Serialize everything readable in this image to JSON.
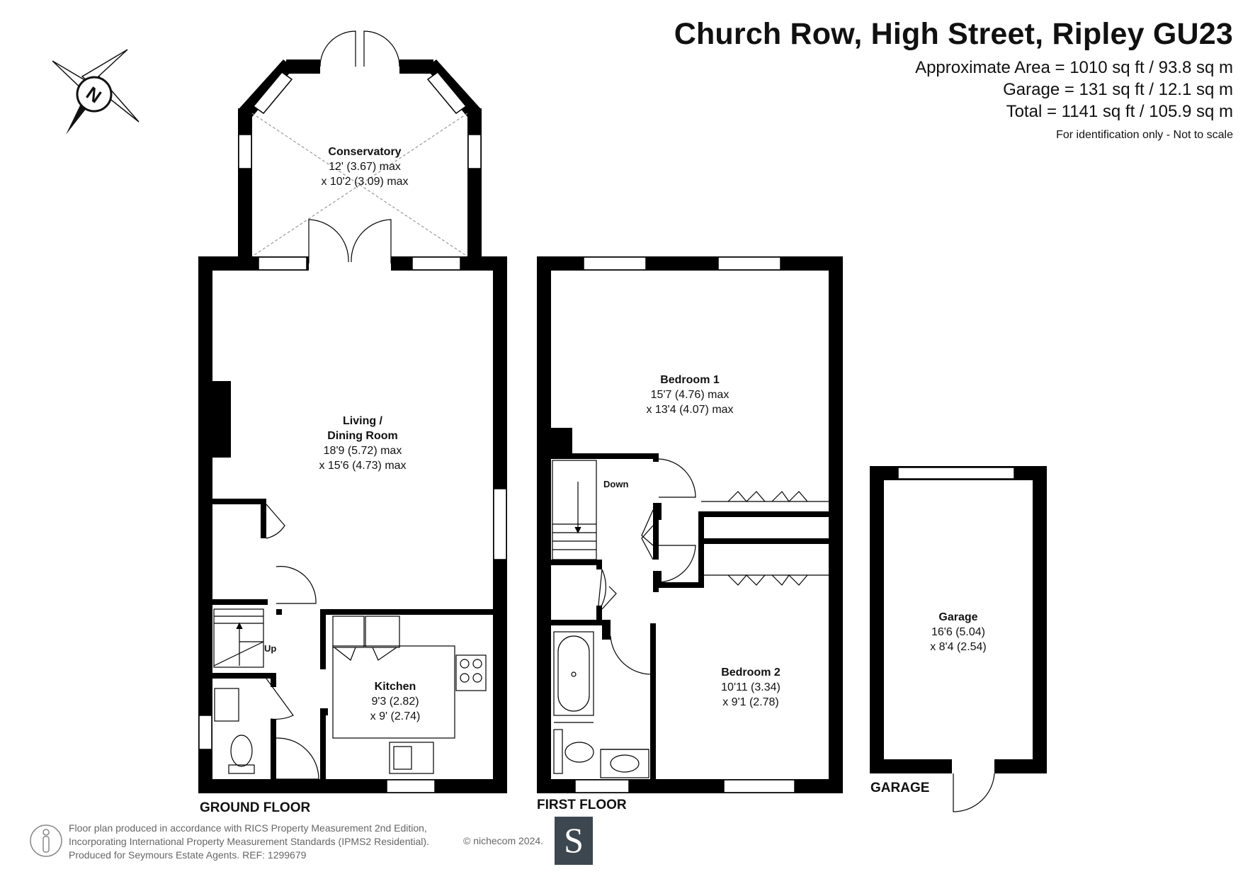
{
  "header": {
    "title": "Church Row, High Street, Ripley GU23",
    "area_main": "Approximate Area = 1010 sq ft / 93.8 sq m",
    "area_garage": "Garage = 131 sq ft / 12.1 sq m",
    "area_total": "Total = 1141 sq ft / 105.9 sq m",
    "disclaimer": "For identification only - Not to scale"
  },
  "compass": {
    "icon": "compass-north-icon",
    "letter": "N"
  },
  "floors": {
    "ground": {
      "label": "GROUND FLOOR",
      "rooms": {
        "conservatory": {
          "name": "Conservatory",
          "dim1": "12' (3.67) max",
          "dim2": "x 10'2 (3.09) max"
        },
        "living": {
          "name1": "Living /",
          "name2": "Dining Room",
          "dim1": "18'9 (5.72) max",
          "dim2": "x 15'6 (4.73) max"
        },
        "kitchen": {
          "name": "Kitchen",
          "dim1": "9'3 (2.82)",
          "dim2": "x 9' (2.74)"
        }
      },
      "stairs_label": "Up"
    },
    "first": {
      "label": "FIRST FLOOR",
      "rooms": {
        "bedroom1": {
          "name": "Bedroom 1",
          "dim1": "15'7 (4.76) max",
          "dim2": "x 13'4 (4.07) max"
        },
        "bedroom2": {
          "name": "Bedroom 2",
          "dim1": "10'11 (3.34)",
          "dim2": "x 9'1 (2.78)"
        }
      },
      "stairs_label": "Down"
    },
    "garage": {
      "label": "GARAGE",
      "rooms": {
        "garage": {
          "name": "Garage",
          "dim1": "16'6 (5.04)",
          "dim2": "x 8'4 (2.54)"
        }
      }
    }
  },
  "footer": {
    "line1": "Floor plan produced in accordance with RICS Property Measurement 2nd Edition,",
    "line2": "Incorporating International Property Measurement Standards (IPMS2 Residential).",
    "line3": "Produced for Seymours Estate Agents.   REF: 1299679",
    "copyright": "© nichecom 2024.",
    "logo_letter": "S"
  },
  "colors": {
    "wall": "#000000",
    "window": "#ffffff",
    "text": "#111111",
    "footer_text": "#666666",
    "logo_bg": "#3d4750"
  }
}
